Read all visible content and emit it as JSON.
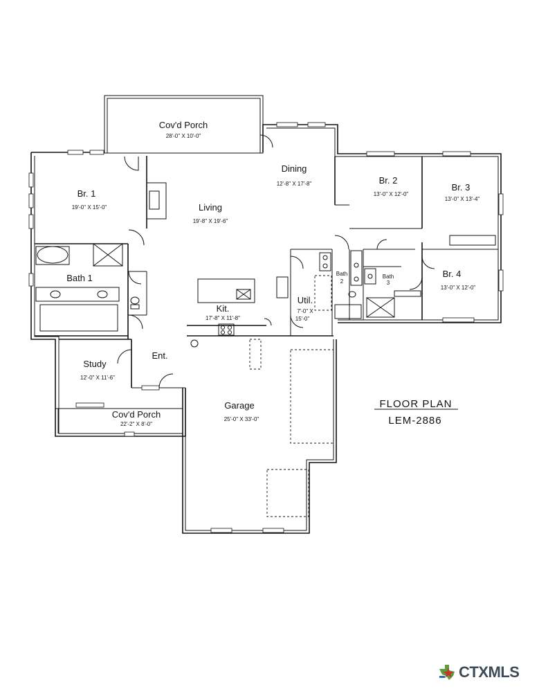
{
  "plan": {
    "title": "FLOOR PLAN",
    "plan_number": "LEM-2886"
  },
  "rooms": {
    "covd_porch_rear": {
      "name": "Cov'd Porch",
      "dims": "28'-0\" X 10'-0\""
    },
    "dining": {
      "name": "Dining",
      "dims": "12'-8\" X 17'-8\""
    },
    "br1": {
      "name": "Br. 1",
      "dims": "19'-0\" X 15'-0\""
    },
    "living": {
      "name": "Living",
      "dims": "19'-8\" X 19'-6\""
    },
    "br2": {
      "name": "Br. 2",
      "dims": "13'-0\" X 12'-0\""
    },
    "br3": {
      "name": "Br. 3",
      "dims": "13'-0\" X 13'-4\""
    },
    "bath1": {
      "name": "Bath 1"
    },
    "bath2": {
      "name": "Bath",
      "num": "2"
    },
    "bath3": {
      "name": "Bath",
      "num": "3"
    },
    "br4": {
      "name": "Br. 4",
      "dims": "13'-0\" X 12'-0\""
    },
    "kit": {
      "name": "Kit.",
      "dims": "17'-8\" X 11'-8\""
    },
    "util": {
      "name": "Util.",
      "dims1": "7'-0\" X",
      "dims2": "15'-0\""
    },
    "study": {
      "name": "Study",
      "dims": "12'-0\" X 11'-6\""
    },
    "ent": {
      "name": "Ent."
    },
    "covd_porch_front": {
      "name": "Cov'd Porch",
      "dims": "22'-2\" X 8'-0\""
    },
    "garage": {
      "name": "Garage",
      "dims": "25'-0\" X 33'-0\""
    }
  },
  "brand": {
    "logo_text": "CTXMLS",
    "icon": "texas-star-icon",
    "colors": {
      "text": "#3d4a57",
      "green": "#5a9e3a",
      "red": "#c8332c",
      "blue": "#2f6fb5"
    }
  }
}
